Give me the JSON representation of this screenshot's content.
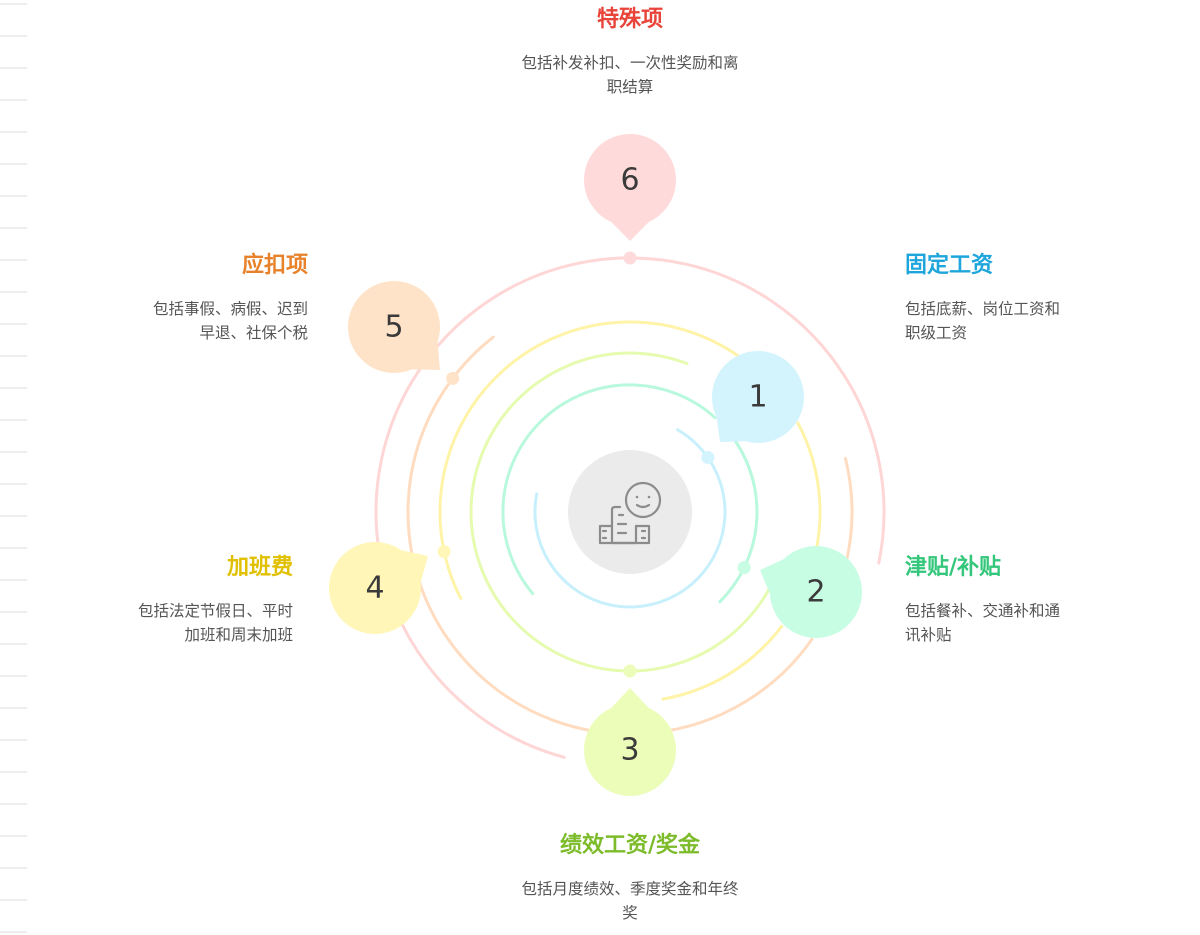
{
  "center": {
    "icon": "building-smiley-icon"
  },
  "items": [
    {
      "number": "1",
      "title": "固定工资",
      "desc_lines": [
        "包括底薪、岗位工资和",
        "职级工资"
      ],
      "color": "#1ea6dc",
      "bubble": "#d3f3fd",
      "ring": "#c8f0fc"
    },
    {
      "number": "2",
      "title": "津贴/补贴",
      "desc_lines": [
        "包括餐补、交通补和通",
        "讯补贴"
      ],
      "color": "#34c77b",
      "bubble": "#c6fde3",
      "ring": "#b8f8dc"
    },
    {
      "number": "3",
      "title": "绩效工资/奖金",
      "desc_lines": [
        "包括月度绩效、季度奖金和年终",
        "奖"
      ],
      "color": "#7cbb2a",
      "bubble": "#ebfdb8",
      "ring": "#e6fbb0"
    },
    {
      "number": "4",
      "title": "加班费",
      "desc_lines": [
        "包括法定节假日、平时",
        "加班和周末加班"
      ],
      "color": "#e0c000",
      "bubble": "#fff6b8",
      "ring": "#fff3a8"
    },
    {
      "number": "5",
      "title": "应扣项",
      "desc_lines": [
        "包括事假、病假、迟到",
        "早退、社保个税"
      ],
      "color": "#e8822a",
      "bubble": "#fee3c8",
      "ring": "#ffdcc0"
    },
    {
      "number": "6",
      "title": "特殊项",
      "desc_lines": [
        "包括补发补扣、一次性奖励和离",
        "职结算"
      ],
      "color": "#e8443a",
      "bubble": "#ffdada",
      "ring": "#ffd6d6"
    }
  ]
}
